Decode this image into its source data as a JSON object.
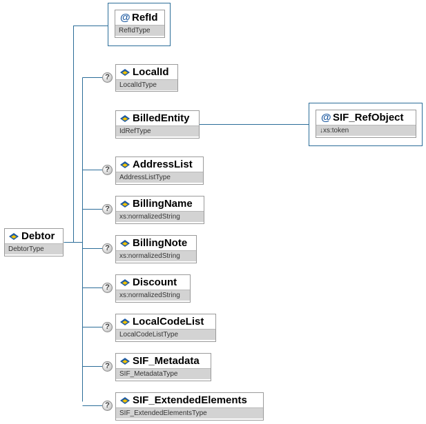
{
  "root": {
    "name": "Debtor",
    "type": "DebtorType"
  },
  "attribute": {
    "name": "RefId",
    "type": "RefIdType"
  },
  "children": [
    {
      "name": "LocalId",
      "type": "LocalIdType",
      "optional": true
    },
    {
      "name": "BilledEntity",
      "type": "IdRefType",
      "optional": false
    },
    {
      "name": "AddressList",
      "type": "AddressListType",
      "optional": true
    },
    {
      "name": "BillingName",
      "type": "xs:normalizedString",
      "optional": true
    },
    {
      "name": "BillingNote",
      "type": "xs:normalizedString",
      "optional": true
    },
    {
      "name": "Discount",
      "type": "xs:normalizedString",
      "optional": true
    },
    {
      "name": "LocalCodeList",
      "type": "LocalCodeListType",
      "optional": true
    },
    {
      "name": "SIF_Metadata",
      "type": "SIF_MetadataType",
      "optional": true
    },
    {
      "name": "SIF_ExtendedElements",
      "type": "SIF_ExtendedElementsType",
      "optional": true
    }
  ],
  "billed_entity_attribute": {
    "name": "SIF_RefObject",
    "type": "↓xs:token"
  },
  "optional_marker": "?",
  "attribute_marker": "@",
  "icons": {
    "element": "element-icon",
    "attribute": "attribute-icon",
    "optional": "optional-marker-icon"
  },
  "colors": {
    "connector": "#2a6c98",
    "type_band": "#d3d3d3",
    "attribute_border": "#2a6c98",
    "icon_blue": "#1e5aa0",
    "icon_yellow": "#f2c200"
  }
}
